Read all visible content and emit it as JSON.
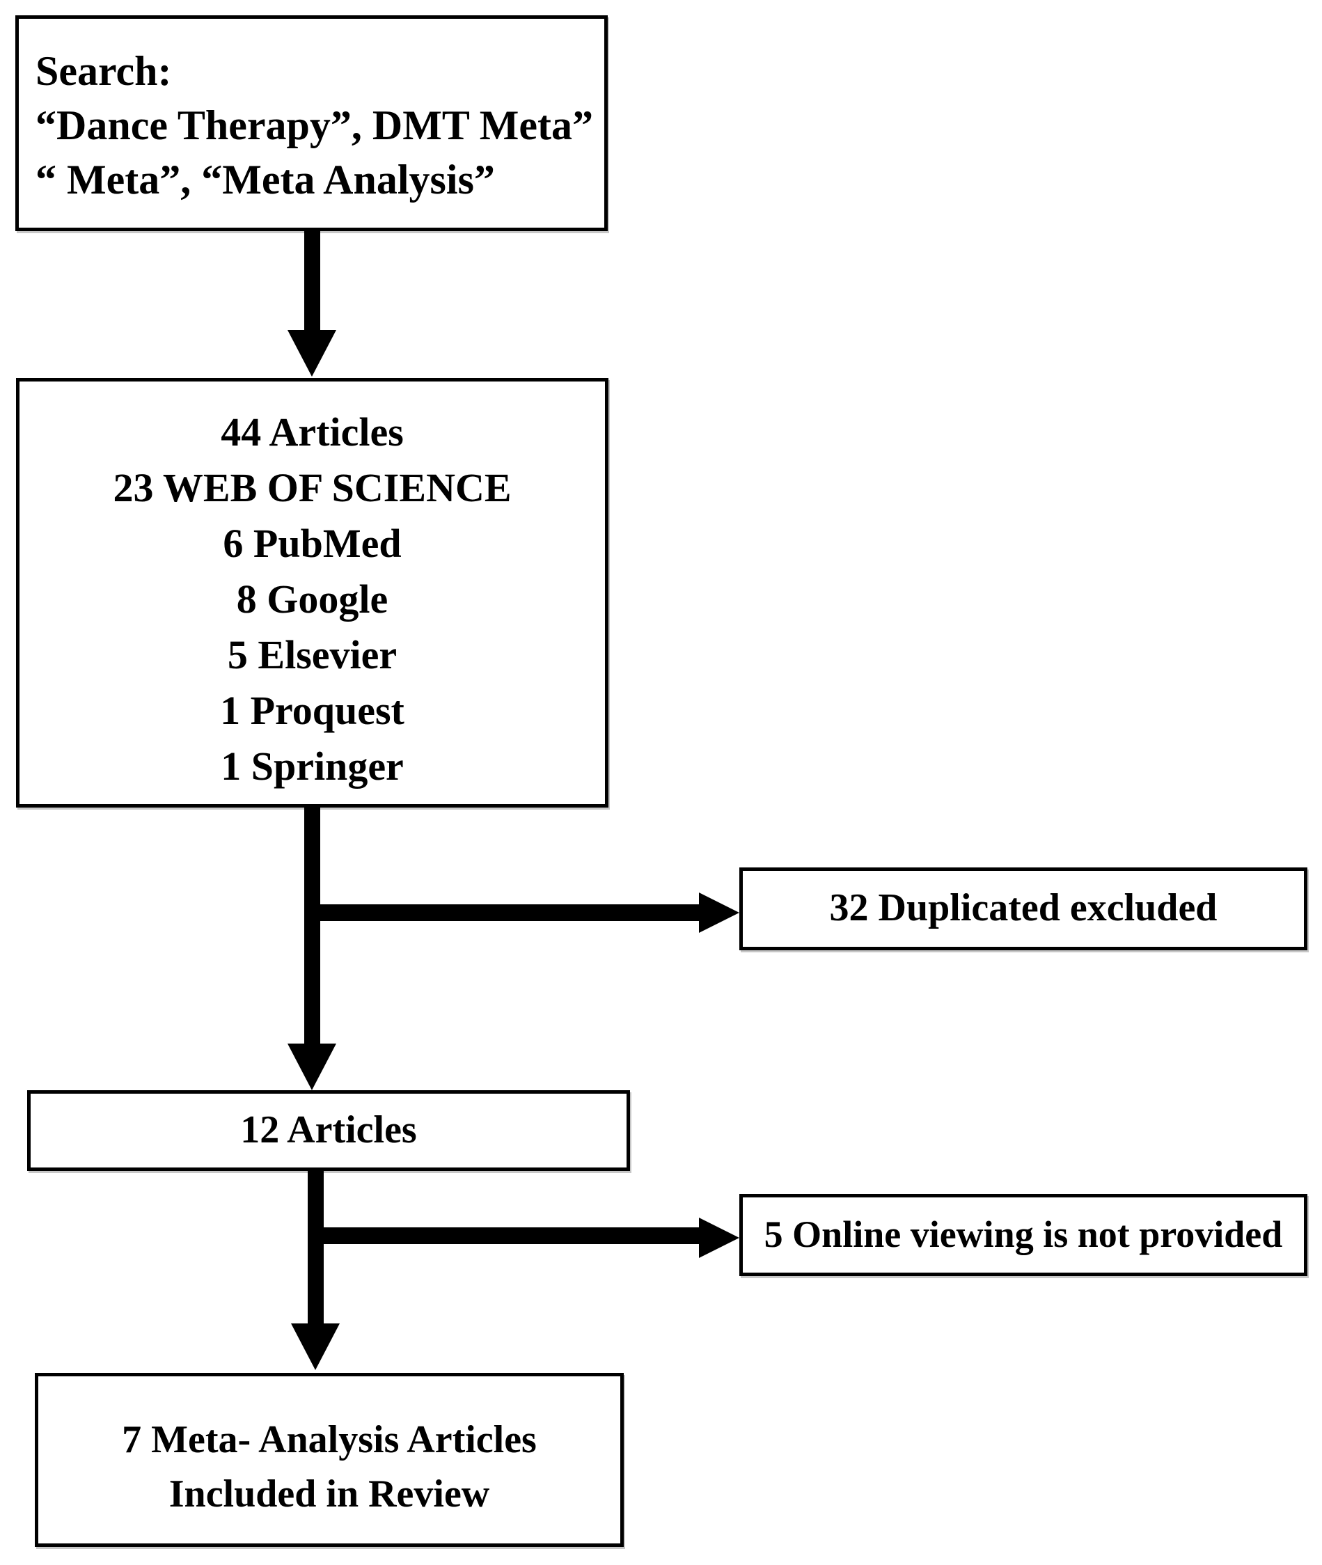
{
  "colors": {
    "background": "#ffffff",
    "line": "#000000",
    "text": "#000000"
  },
  "boxes": {
    "search": {
      "lines": [
        "Search:",
        "“Dance Therapy”, DMT Meta”",
        "“ Meta”, “Meta Analysis”"
      ]
    },
    "results": {
      "lines": [
        "44 Articles",
        "23 WEB OF SCIENCE",
        "6 PubMed",
        "8 Google",
        "5 Elsevier",
        "1 Proquest",
        "1 Springer"
      ]
    },
    "duplicated": {
      "label": "32 Duplicated excluded"
    },
    "screened": {
      "label": "12 Articles"
    },
    "online": {
      "label": "5 Online viewing is not provided"
    },
    "included": {
      "lines": [
        "7 Meta- Analysis Articles",
        "Included in Review"
      ]
    }
  },
  "edges": [
    {
      "from": "search",
      "to": "results",
      "type": "arrow-down"
    },
    {
      "from": "results",
      "to": "screened",
      "type": "arrow-down"
    },
    {
      "from": "results-to-screened",
      "to": "duplicated",
      "type": "arrow-right"
    },
    {
      "from": "screened",
      "to": "included",
      "type": "arrow-down"
    },
    {
      "from": "screened-to-included",
      "to": "online",
      "type": "arrow-right"
    }
  ]
}
